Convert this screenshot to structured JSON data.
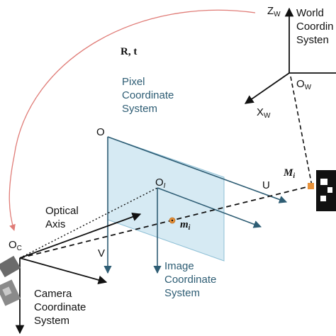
{
  "transform_label": "R,  t",
  "world": {
    "axis_z": "Z",
    "axis_z_sub": "W",
    "axis_x": "X",
    "axis_x_sub": "W",
    "origin": "O",
    "origin_sub": "W",
    "label_lines": [
      "World",
      "Coordin",
      "Systen"
    ]
  },
  "pixel": {
    "label_lines": [
      "Pixel",
      "Coordinate",
      "System"
    ],
    "origin": "O",
    "axis_u": "U",
    "axis_v": "V"
  },
  "image": {
    "origin": "O",
    "origin_sub": "I",
    "label_lines": [
      "Image",
      "Coordinate",
      "System"
    ]
  },
  "camera": {
    "origin": "O",
    "origin_sub": "C",
    "optical_axis_lines": [
      "Optical",
      "Axis"
    ],
    "label_lines": [
      "Camera",
      "Coordinate",
      "System"
    ]
  },
  "points": {
    "world_point": "M",
    "world_point_sub": "i",
    "image_point": "m",
    "image_point_sub": "i"
  },
  "colors": {
    "plane_fill": "#cfe6f1",
    "plane_stroke": "#8fc0d6",
    "axis_blue": "#2e5d74",
    "arc_red": "#e07c77",
    "point_orange": "#e8923a",
    "text_blue": "#2e5d74"
  }
}
